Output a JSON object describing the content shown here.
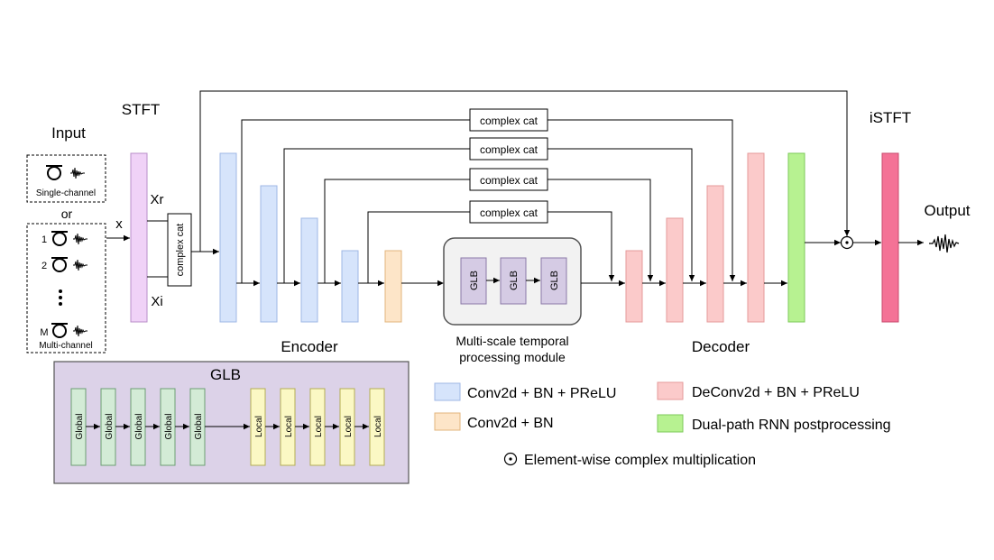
{
  "labels": {
    "input": "Input",
    "stft": "STFT",
    "istft": "iSTFT",
    "output": "Output",
    "single_channel": "Single-channel",
    "or": "or",
    "multi_channel": "Multi-channel",
    "mic_1": "1",
    "mic_2": "2",
    "mic_m": "M",
    "x": "x",
    "xr": "Xr",
    "xi": "Xi",
    "complex_cat": "complex cat",
    "encoder": "Encoder",
    "decoder": "Decoder",
    "module_line1": "Multi-scale temporal",
    "module_line2": "processing module",
    "glb": "GLB",
    "global": "Global",
    "local": "Local"
  },
  "legend": {
    "encoder_block": "Conv2d + BN + PReLU",
    "bottleneck_block": "Conv2d + BN",
    "decoder_block": "DeConv2d + BN + PReLU",
    "rnn_block": "Dual-path RNN postprocessing",
    "mult": "Element-wise complex multiplication"
  },
  "colors": {
    "stft": "#f0d2f7",
    "encoder": "#d6e4fb",
    "bottleneck": "#fde5c8",
    "decoder": "#fbcaca",
    "rnn": "#b7f291",
    "istft": "#f47296",
    "glb_block": "#d5cbe4",
    "glb_panel": "#dcd2e8",
    "global": "#d3ebd6",
    "local": "#fbf8c4",
    "module_bg": "#f2f2f2"
  }
}
